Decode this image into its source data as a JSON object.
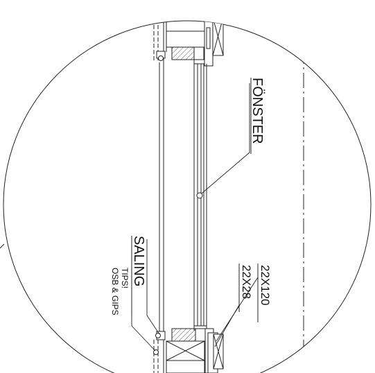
{
  "labels": {
    "fonster": "FÖNSTER",
    "saling": "SALING",
    "tips_line1": "TIPS!",
    "tips_line2": "OSB & GIPS",
    "dim_1": "22X120",
    "dim_2": "22X28"
  }
}
